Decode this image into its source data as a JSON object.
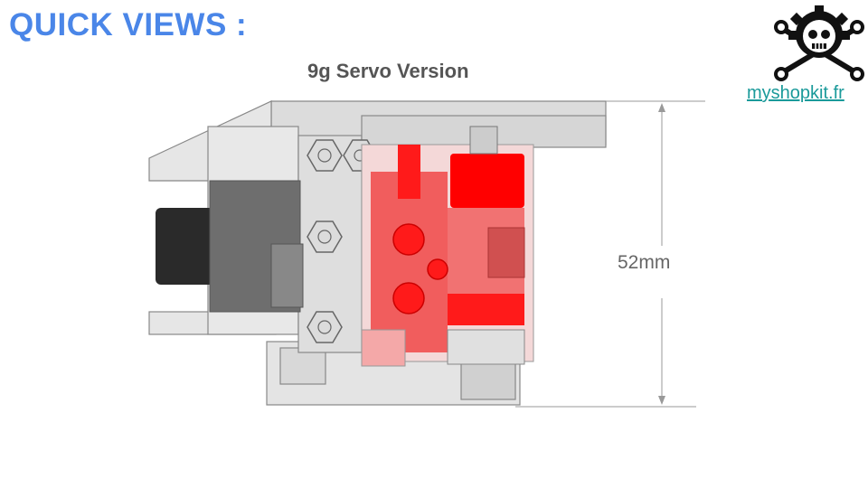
{
  "slide": {
    "title": "QUICK VIEWS :",
    "subtitle": "9g Servo Version",
    "brand": {
      "link_text": "myshopkit.fr",
      "logo_icon": "skull-gear-wrench-logo"
    },
    "dimension": {
      "label": "52mm"
    },
    "colors": {
      "title": "#4a86e8",
      "link": "#1a9a9a",
      "servo": "#ff0000"
    }
  }
}
